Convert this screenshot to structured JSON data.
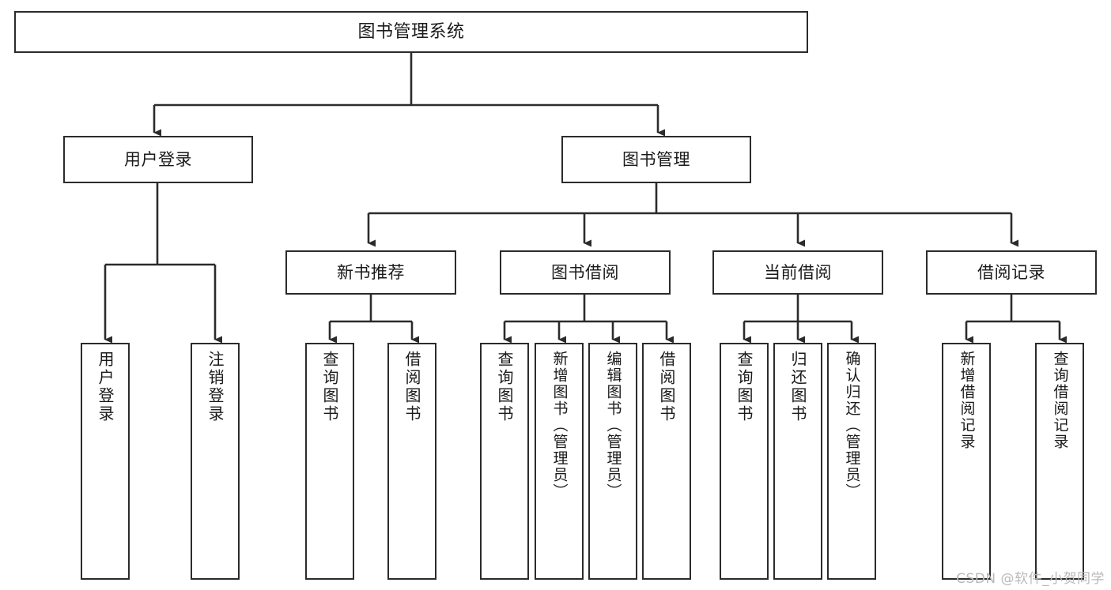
{
  "diagram": {
    "type": "tree-hierarchy-chart",
    "title": "图书管理系统",
    "watermark": "CSDN @软件_小贺同学",
    "colors": {
      "stroke": "#2b2b2b",
      "fill": "#ffffff",
      "text": "#1a1a1a",
      "watermark": "#b9b9b9"
    },
    "nodes": {
      "root": {
        "label": "图书管理系统"
      },
      "level2": [
        {
          "id": "user-login",
          "label": "用户登录"
        },
        {
          "id": "book-manage",
          "label": "图书管理"
        }
      ],
      "level3": [
        {
          "id": "new-book-recommend",
          "label": "新书推荐"
        },
        {
          "id": "book-borrow",
          "label": "图书借阅"
        },
        {
          "id": "current-borrow",
          "label": "当前借阅"
        },
        {
          "id": "borrow-record",
          "label": "借阅记录"
        }
      ],
      "leaves": {
        "user-login": [
          {
            "id": "leaf-user-login",
            "label": "用户登录"
          },
          {
            "id": "leaf-user-logout",
            "label": "注销登录"
          }
        ],
        "new-book-recommend": [
          {
            "id": "leaf-query-book-1",
            "label": "查询图书"
          },
          {
            "id": "leaf-borrow-book-1",
            "label": "借阅图书"
          }
        ],
        "book-borrow": [
          {
            "id": "leaf-query-book-2",
            "label": "查询图书"
          },
          {
            "id": "leaf-add-book",
            "label": "新增图书（管理员）"
          },
          {
            "id": "leaf-edit-book",
            "label": "编辑图书（管理员）"
          },
          {
            "id": "leaf-borrow-book-2",
            "label": "借阅图书"
          }
        ],
        "current-borrow": [
          {
            "id": "leaf-query-book-3",
            "label": "查询图书"
          },
          {
            "id": "leaf-return-book",
            "label": "归还图书"
          },
          {
            "id": "leaf-confirm-return",
            "label": "确认归还（管理员）"
          }
        ],
        "borrow-record": [
          {
            "id": "leaf-add-record",
            "label": "新增借阅记录"
          },
          {
            "id": "leaf-query-record",
            "label": "查询借阅记录"
          }
        ]
      }
    }
  }
}
